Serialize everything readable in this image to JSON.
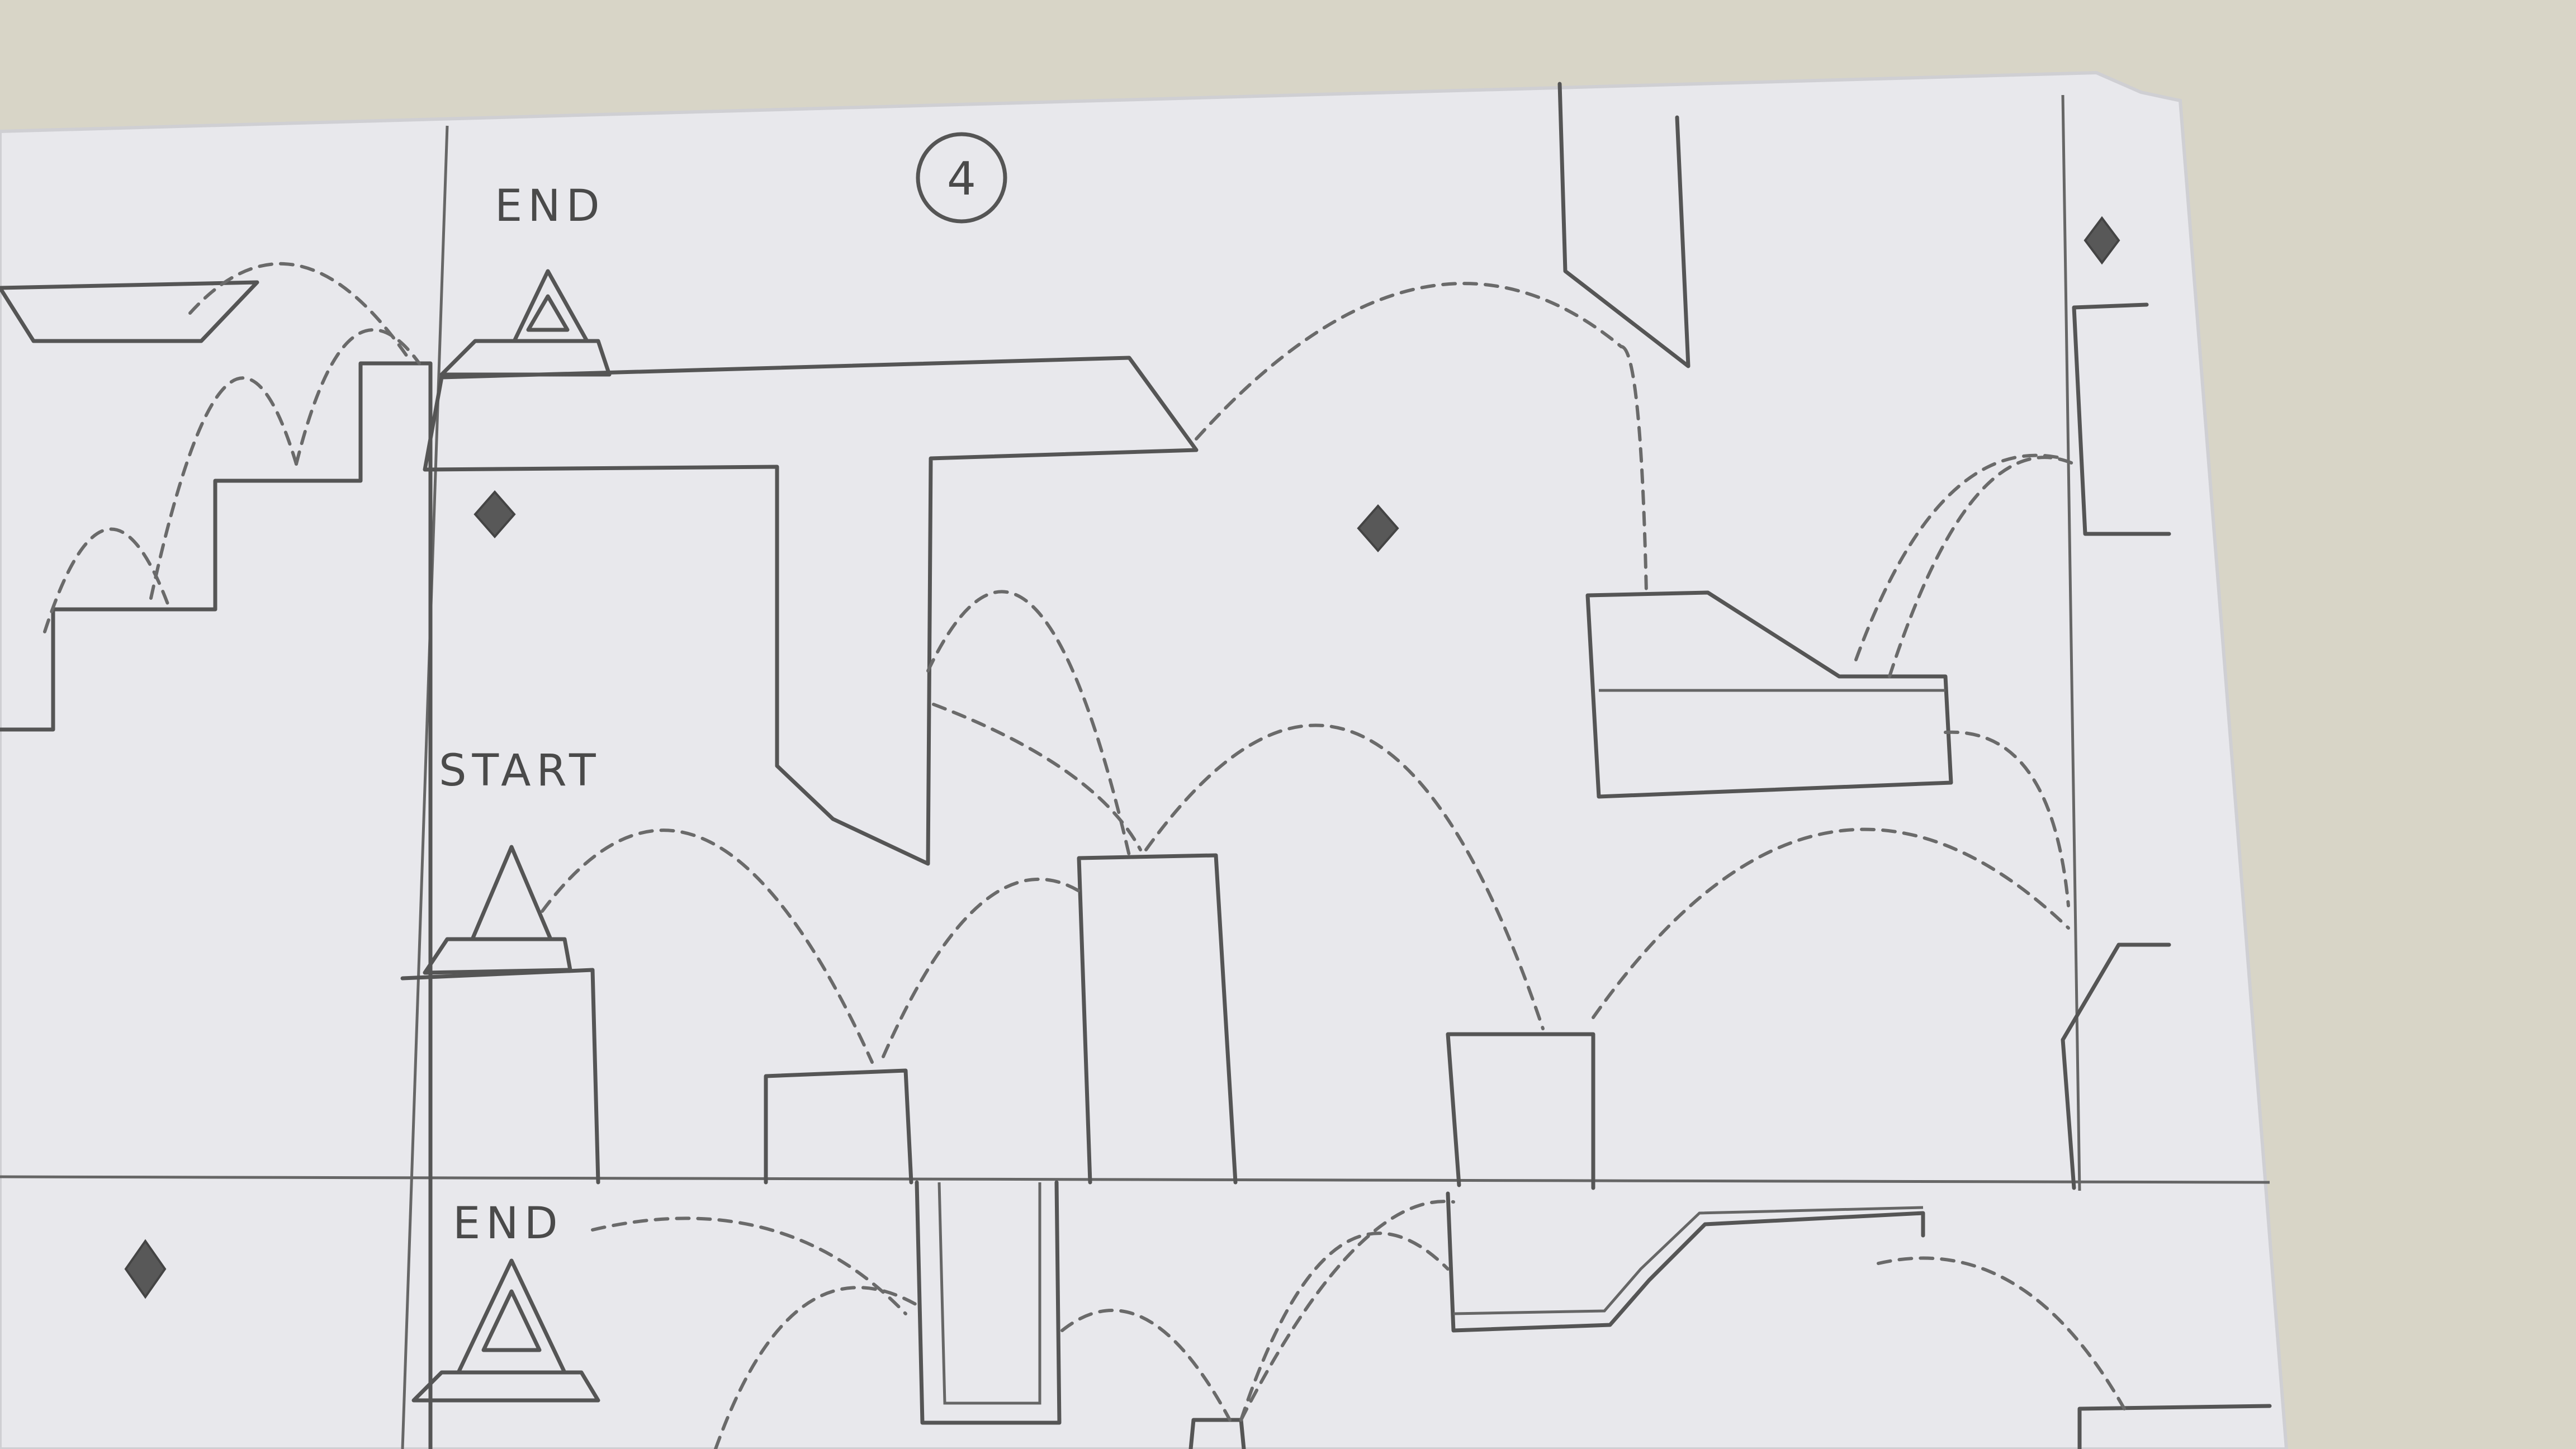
{
  "sheet": {
    "page_number": "4",
    "paper_color": "#e7e7ea",
    "background_color": "#d8d5c7",
    "ink_color": "#555555"
  },
  "labels": {
    "end_top": "END",
    "start": "START",
    "end_bottom": "END"
  },
  "icons": {
    "goal": "triangle-portal-icon",
    "collectible": "diamond-gem-icon",
    "jump_path": "dashed-arc"
  }
}
